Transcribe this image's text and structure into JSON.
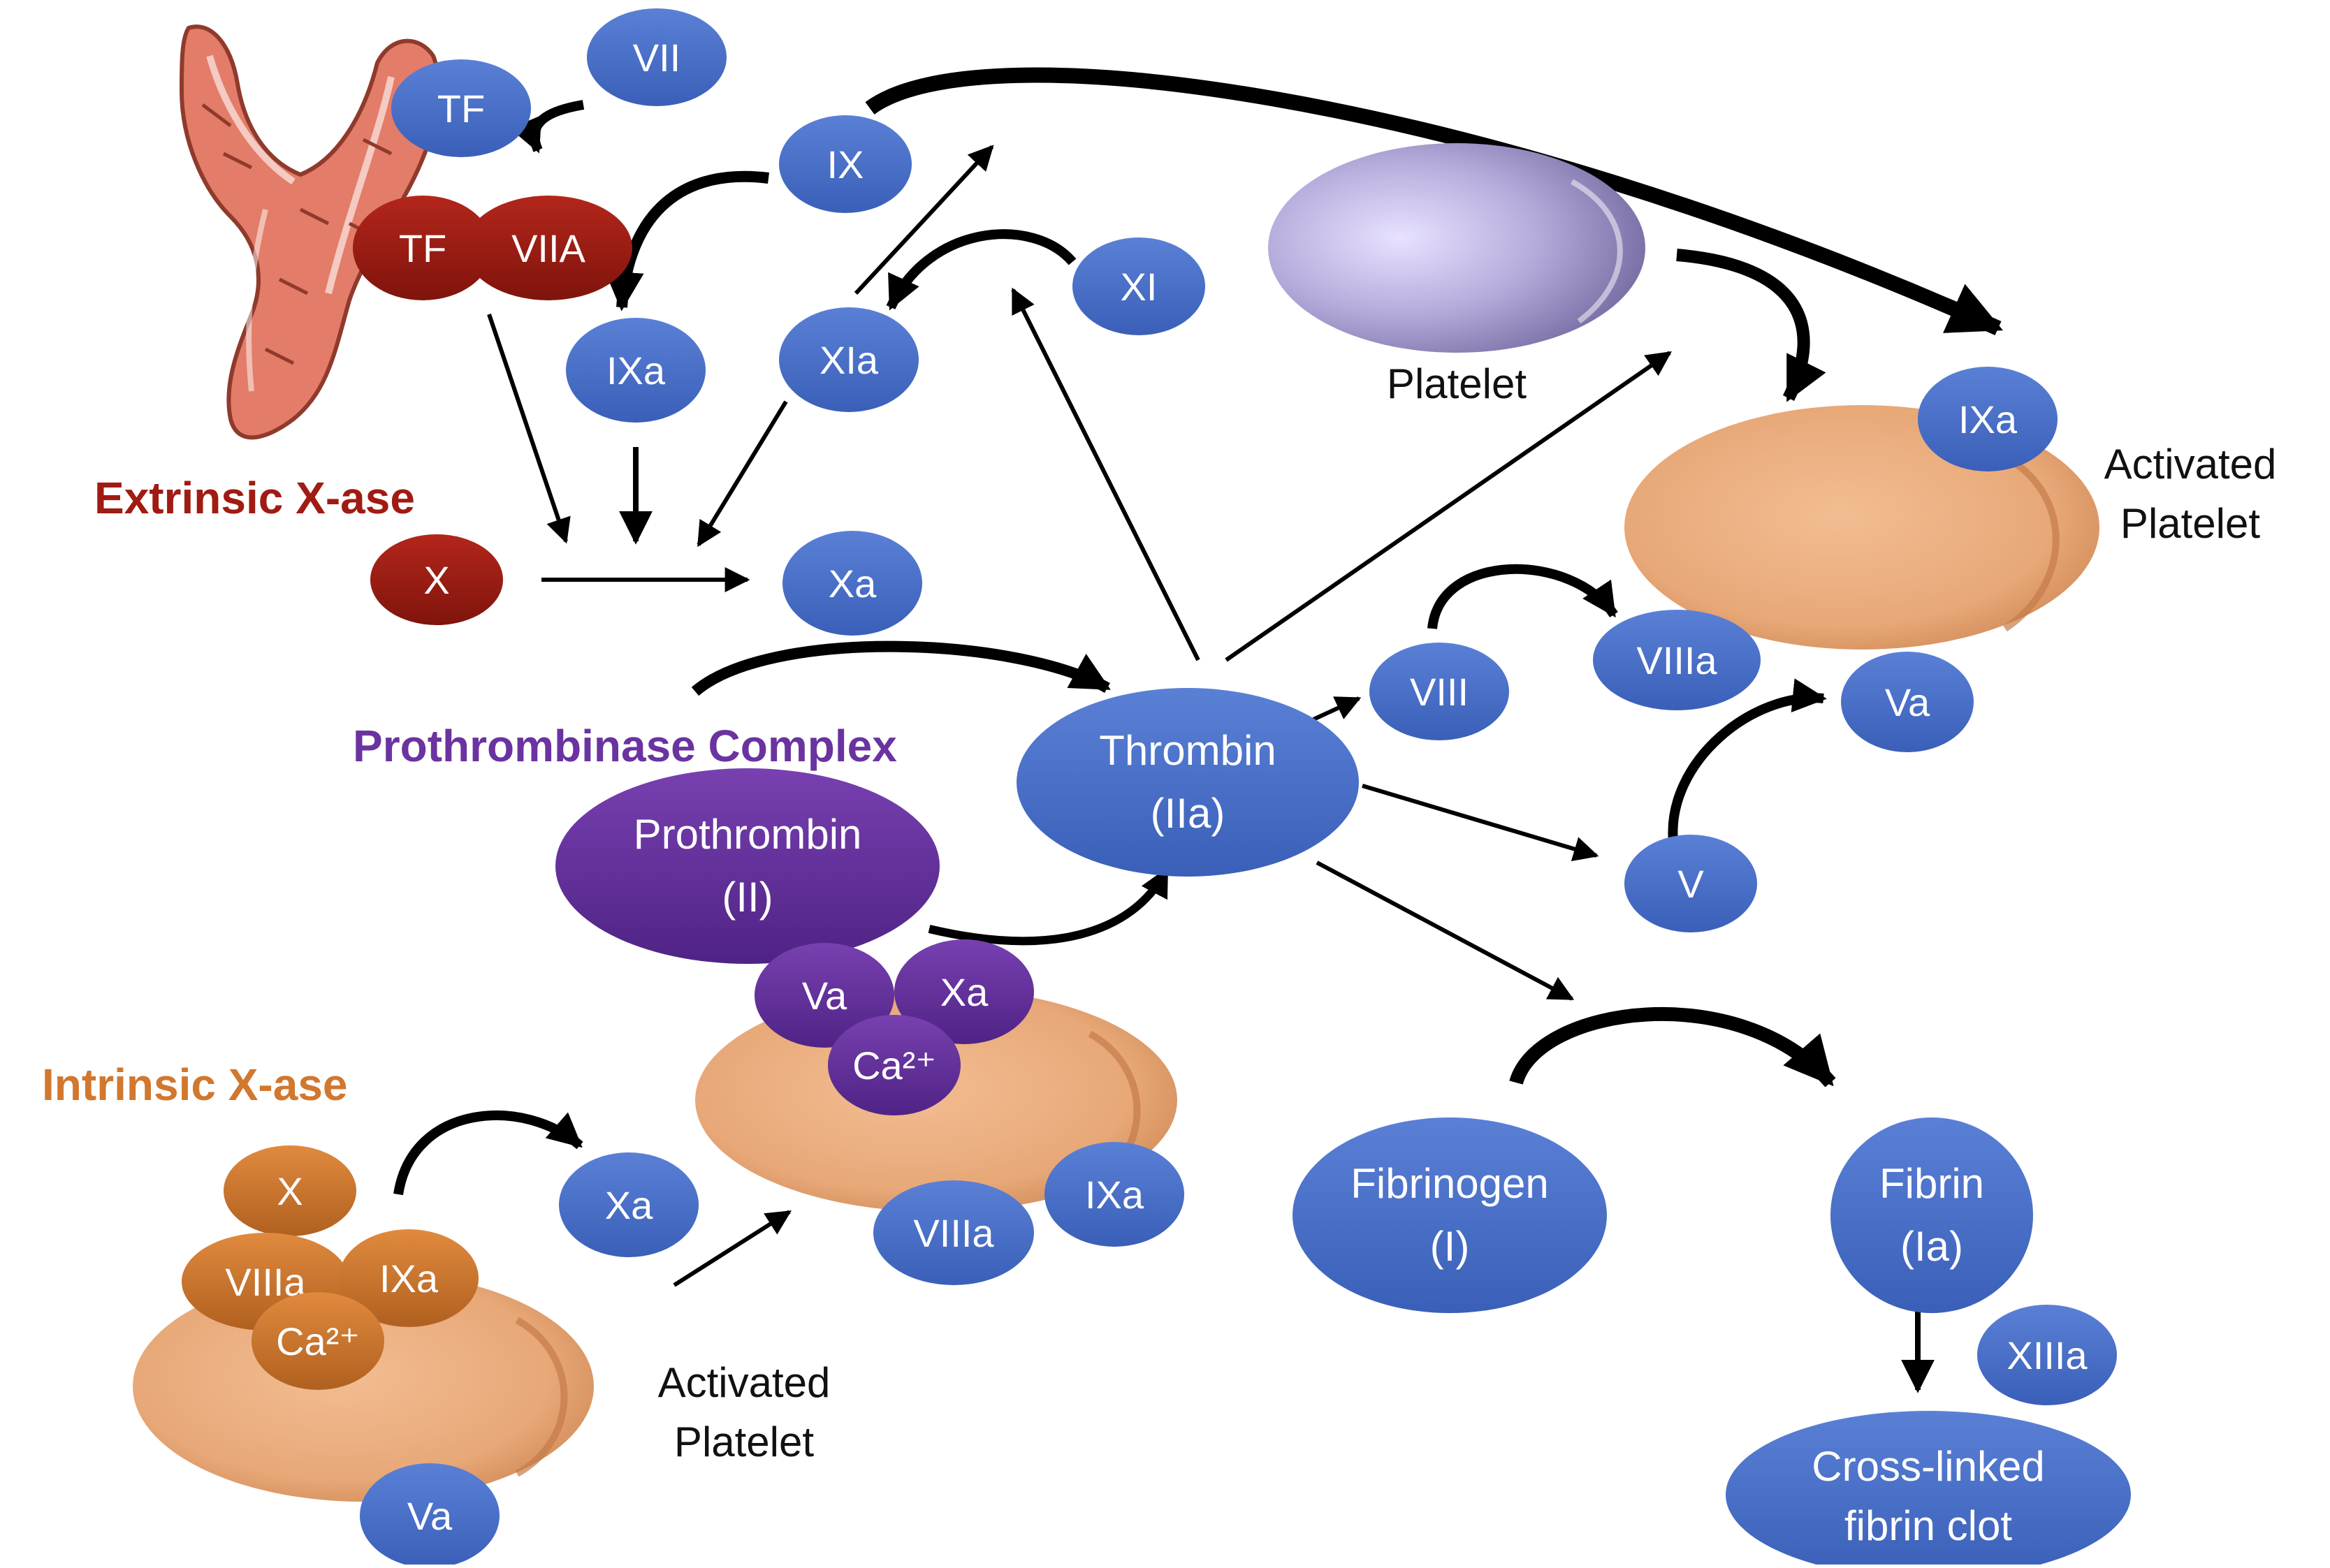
{
  "colors": {
    "blue": "#4a6fc7",
    "blue_dark": "#2f4f9e",
    "red": "#a01b12",
    "purple": "#6a33a0",
    "orange": "#d2772e",
    "platelet_activated": "#e8a878",
    "platelet_resting": "#a9a0d4",
    "extrinsic_title": "#a01b12",
    "prothrombinase_title": "#6a33a0",
    "intrinsic_title": "#d2772e"
  },
  "icons": {
    "vessel": "blood-vessel-icon"
  },
  "titles": {
    "extrinsic": "Extrinsic X-ase",
    "prothrombinase": "Prothrombinase Complex",
    "intrinsic": "Intrinsic X-ase"
  },
  "labels": {
    "platelet": "Platelet",
    "activated_platelet_1": "Activated",
    "activated_platelet_2": "Platelet"
  },
  "nodes": {
    "vii": "VII",
    "tf_top": "TF",
    "tf_complex": "TF",
    "viia_complex": "VIIA",
    "ix": "IX",
    "ixa_left": "IXa",
    "xia": "XIa",
    "xi": "XI",
    "x_extrinsic": "X",
    "xa_extrinsic": "Xa",
    "thrombin_1": "Thrombin",
    "thrombin_2": "(IIa)",
    "prothrombin_1": "Prothrombin",
    "prothrombin_2": "(II)",
    "va_prothrombinase": "Va",
    "xa_prothrombinase": "Xa",
    "ca_prothrombinase": "Ca²⁺",
    "viiia_mid": "VIIIa",
    "ixa_mid": "IXa",
    "x_intrinsic": "X",
    "viiia_intrinsic": "VIIIa",
    "ixa_intrinsic": "IXa",
    "ca_intrinsic": "Ca²⁺",
    "va_intrinsic": "Va",
    "xa_intrinsic": "Xa",
    "viii": "VIII",
    "viiia_right": "VIIIa",
    "v": "V",
    "va_right": "Va",
    "ixa_right": "IXa",
    "fibrinogen_1": "Fibrinogen",
    "fibrinogen_2": "(I)",
    "fibrin_1": "Fibrin",
    "fibrin_2": "(Ia)",
    "xiiia": "XIIIa",
    "clot_1": "Cross-linked",
    "clot_2": "fibrin clot"
  }
}
